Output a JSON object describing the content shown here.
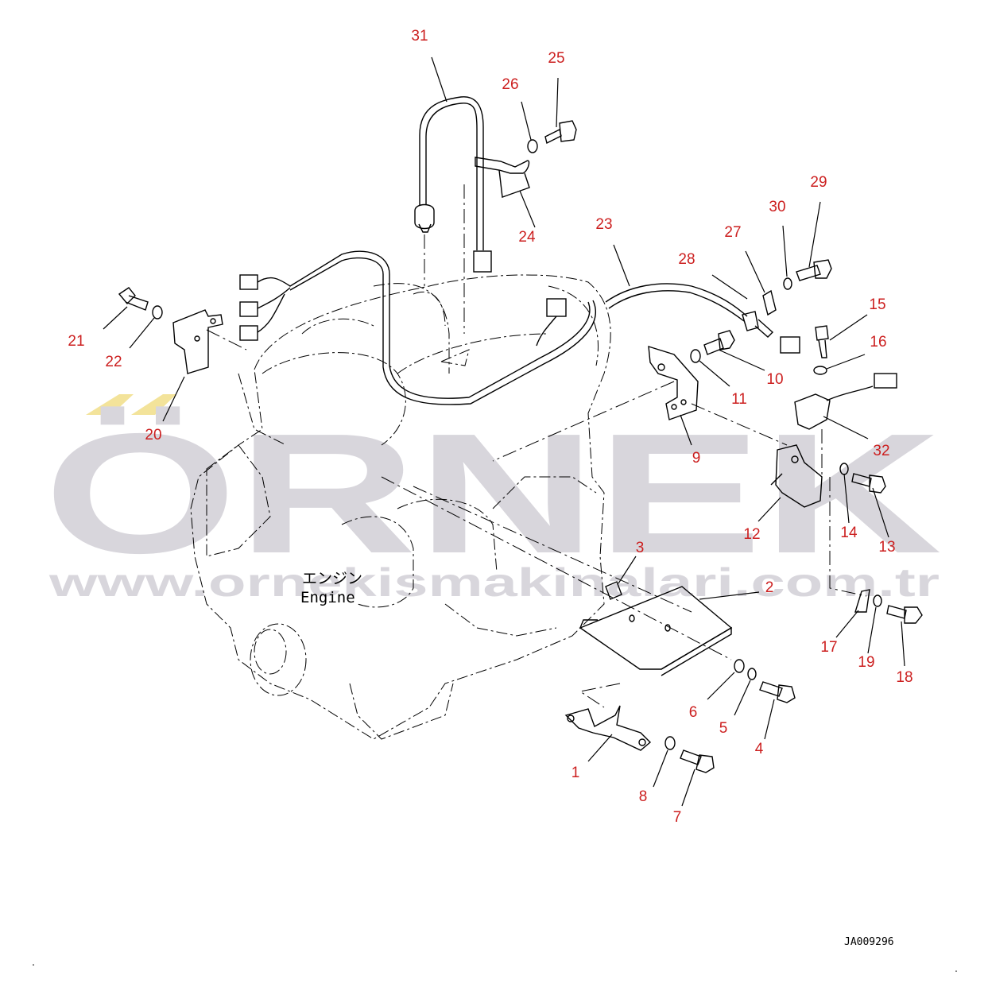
{
  "watermark": {
    "brand": "ÖRNEK",
    "url": "www.ornekismakinalari.com.tr",
    "brand_color": "#d8d6dc",
    "accent_color": "#f3e39a"
  },
  "engine_label": {
    "jp": "エンジン",
    "en": "Engine"
  },
  "doc_code": "JA009296",
  "callout_color": "#cc1f1f",
  "callouts": [
    "1",
    "2",
    "3",
    "4",
    "5",
    "6",
    "7",
    "8",
    "9",
    "10",
    "11",
    "12",
    "13",
    "14",
    "15",
    "16",
    "17",
    "18",
    "19",
    "20",
    "21",
    "22",
    "23",
    "24",
    "25",
    "26",
    "27",
    "28",
    "29",
    "30",
    "31",
    "32"
  ]
}
